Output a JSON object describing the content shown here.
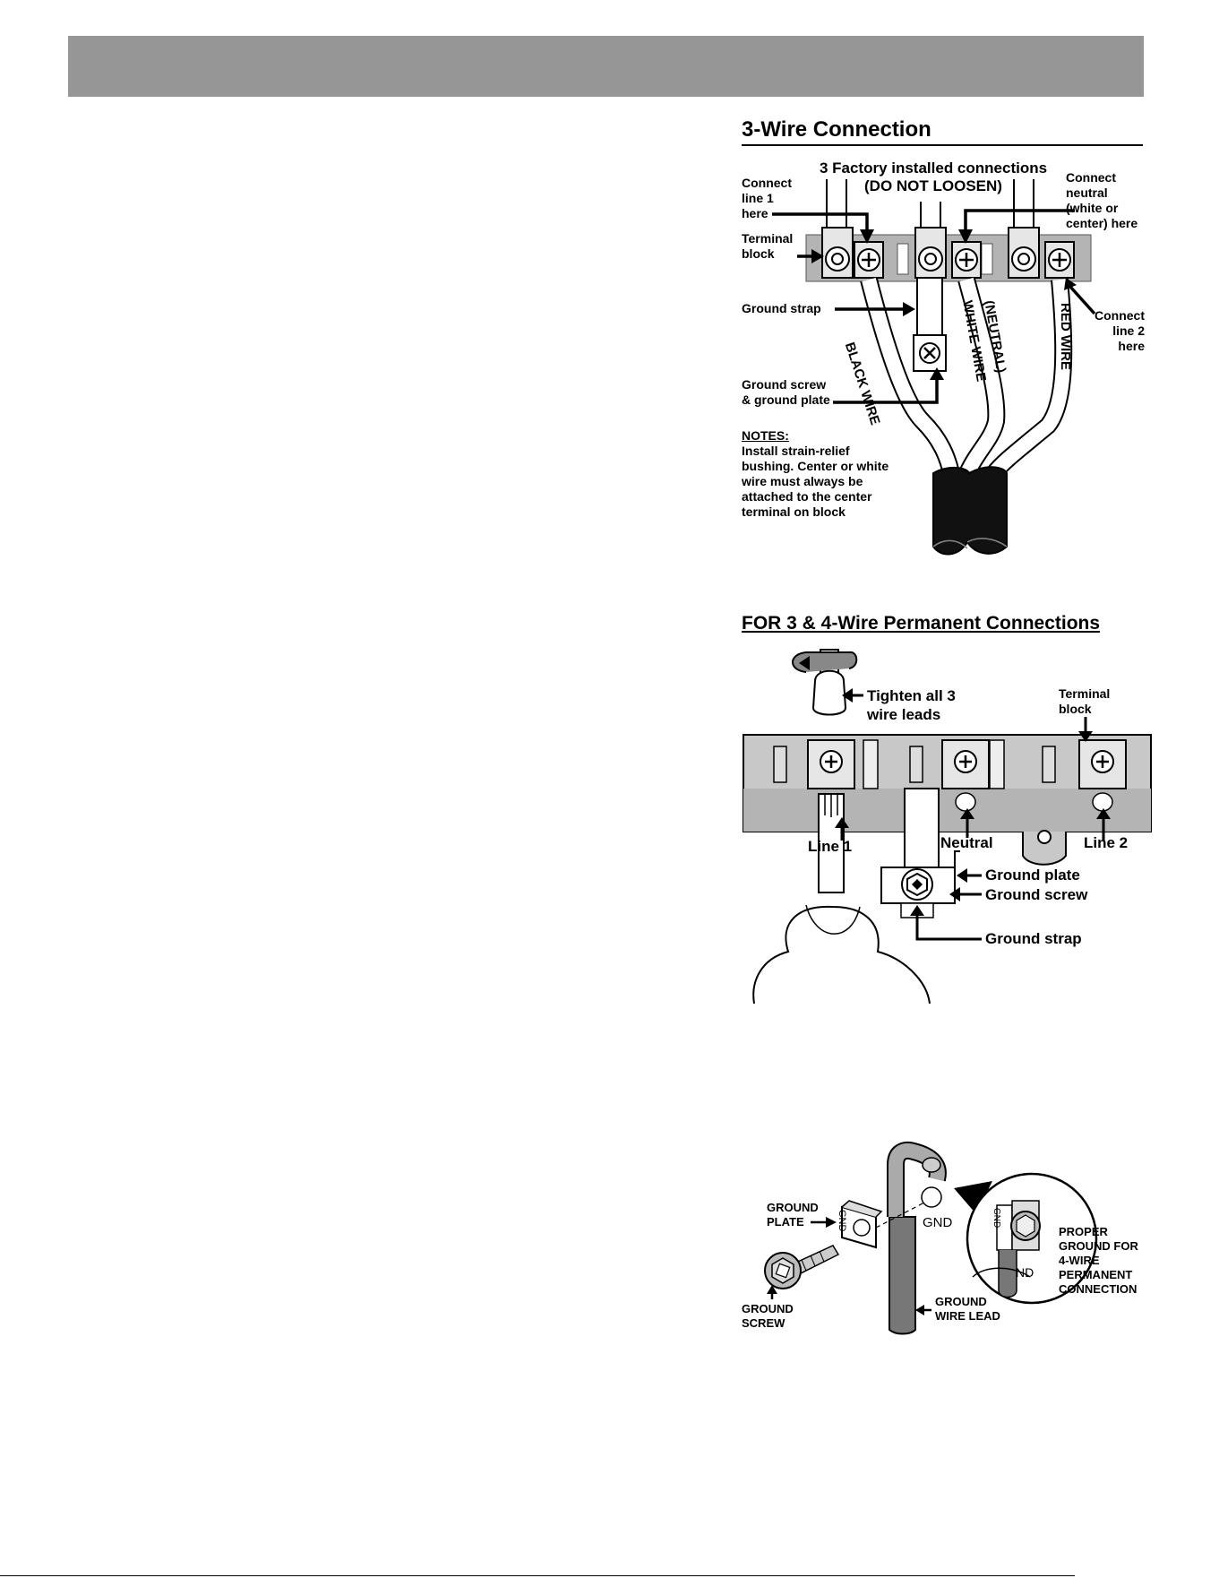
{
  "three_wire": {
    "title": "3-Wire Connection",
    "factory_label": "3 Factory installed connections\n(DO NOT LOOSEN)",
    "connect_line1": "Connect\nline 1\nhere",
    "terminal_block": "Terminal\nblock",
    "ground_strap": "Ground strap",
    "ground_screw_plate": "Ground screw\n& ground plate",
    "connect_neutral": "Connect\nneutral\n(white or\ncenter) here",
    "connect_line2": "Connect\nline 2\nhere",
    "wire_black": "BLACK WIRE",
    "wire_white": "WHITE WIRE",
    "wire_neutral": "(NEUTRAL)",
    "wire_red": "RED WIRE",
    "notes_heading": "NOTES:",
    "notes_text": "Install strain-relief\nbushing. Center or white\nwire must always be\nattached to the center\nterminal on block"
  },
  "permanent": {
    "title": "FOR 3 & 4-Wire Permanent Connections",
    "tighten": "Tighten all 3\nwire leads",
    "terminal_block": "Terminal\nblock",
    "line1": "Line 1",
    "neutral": "Neutral",
    "line2": "Line 2",
    "ground_plate": "Ground plate",
    "ground_screw": "Ground screw",
    "ground_strap": "Ground strap"
  },
  "four_wire_ground": {
    "ground_plate": "GROUND\nPLATE",
    "ground_screw": "GROUND\nSCREW",
    "ground_wire_lead": "GROUND\nWIRE LEAD",
    "gnd": "GND",
    "gnd_partial": "ND",
    "proper_ground": "PROPER\nGROUND FOR\n4-WIRE\nPERMANENT\nCONNECTION"
  },
  "icons": [
    "phillips-screw-icon",
    "hex-screw-icon",
    "screwdriver-icon",
    "arrow-icon"
  ],
  "colors": {
    "header_bar": "#969696",
    "terminal_gray": "#b4b4b4",
    "cable_black": "#111111"
  }
}
